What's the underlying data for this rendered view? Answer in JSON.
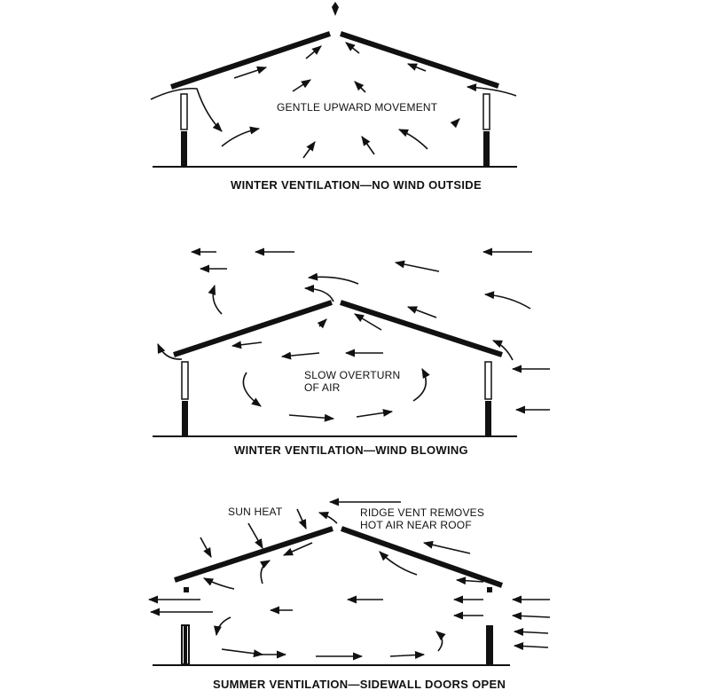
{
  "panels": [
    {
      "caption": "WINTER VENTILATION—NO WIND OUTSIDE",
      "labels": [
        "GENTLE UPWARD MOVEMENT"
      ]
    },
    {
      "caption": "WINTER VENTILATION—WIND BLOWING",
      "labels": [
        "SLOW OVERTURN",
        "OF AIR"
      ]
    },
    {
      "caption": "SUMMER VENTILATION—SIDEWALL DOORS OPEN",
      "labels": [
        "SUN HEAT",
        "RIDGE VENT REMOVES",
        "HOT AIR NEAR ROOF"
      ]
    }
  ]
}
